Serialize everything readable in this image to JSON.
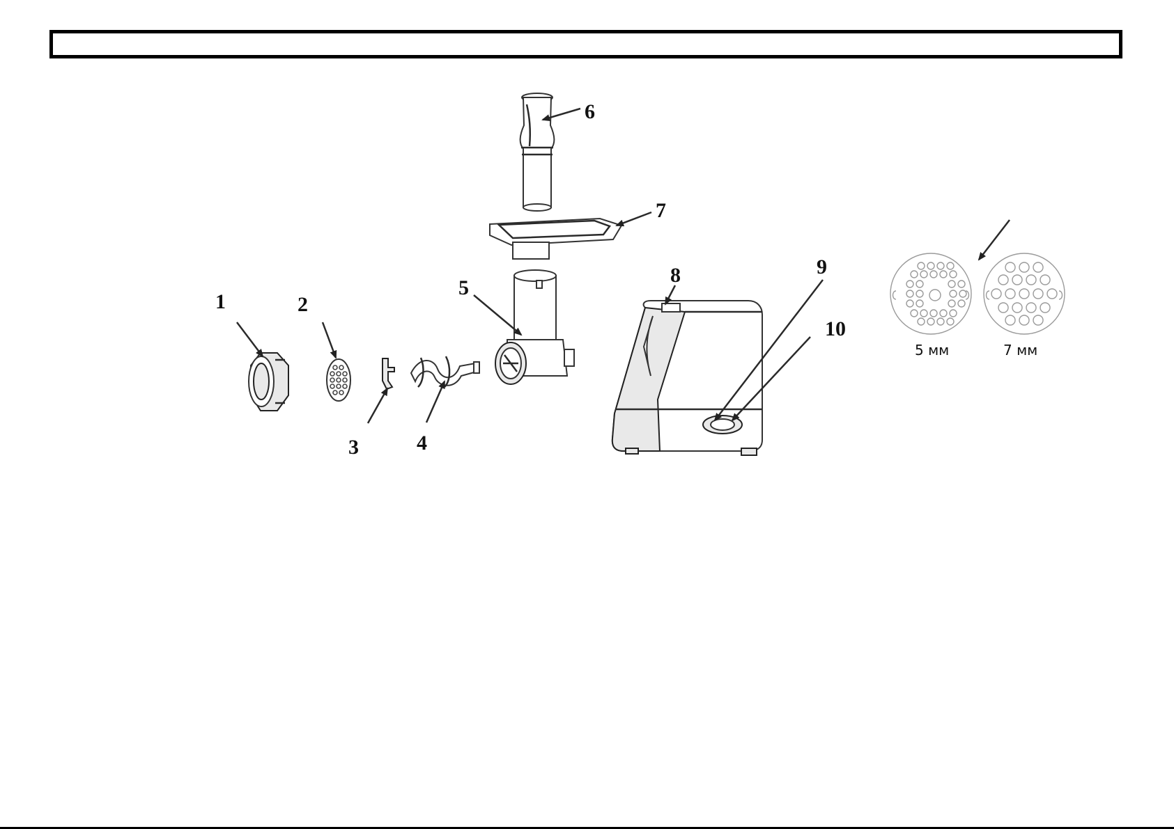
{
  "labels": {
    "c1": "1",
    "c2": "2",
    "c3": "3",
    "c4": "4",
    "c5": "5",
    "c6": "6",
    "c7": "7",
    "c8": "8",
    "c9": "9",
    "c10": "10"
  },
  "plates": {
    "small": "5 мм",
    "large": "7 мм"
  }
}
